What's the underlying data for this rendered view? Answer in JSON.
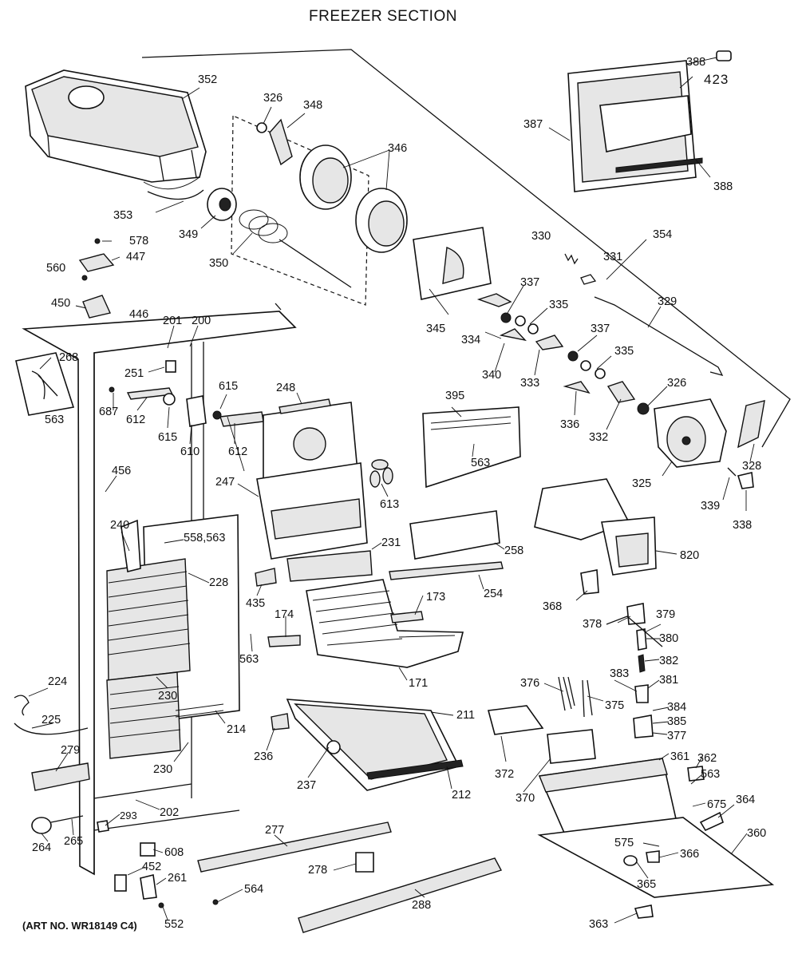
{
  "title": "FREEZER SECTION",
  "footer": "(ART NO. WR18149 C4)",
  "parts": {
    "p352": "352",
    "p326a": "326",
    "p348": "348",
    "p346": "346",
    "p388a": "388",
    "p423": "423",
    "p387": "387",
    "p388b": "388",
    "p353": "353",
    "p349": "349",
    "p578": "578",
    "p447": "447",
    "p560": "560",
    "p350": "350",
    "p330": "330",
    "p354": "354",
    "p331": "331",
    "p450": "450",
    "p446": "446",
    "p345": "345",
    "p337a": "337",
    "p329": "329",
    "p335a": "335",
    "p268": "268",
    "p201": "201",
    "p200": "200",
    "p334": "334",
    "p337b": "337",
    "p251": "251",
    "p340": "340",
    "p333": "333",
    "p335b": "335",
    "p326b": "326",
    "p615a": "615",
    "p248": "248",
    "p687": "687",
    "p612a": "612",
    "p395": "395",
    "p563a": "563",
    "p615b": "615",
    "p336": "336",
    "p332": "332",
    "p328": "328",
    "p610": "610",
    "p612b": "612",
    "p563b": "563",
    "p456": "456",
    "p247": "247",
    "p325": "325",
    "p613": "613",
    "p339": "339",
    "p338": "338",
    "p240": "240",
    "p558": "558,563",
    "p231": "231",
    "p258": "258",
    "p820": "820",
    "p228": "228",
    "p435": "435",
    "p254": "254",
    "p173": "173",
    "p368": "368",
    "p174": "174",
    "p378": "378",
    "p379": "379",
    "p380": "380",
    "p563c": "563",
    "p382": "382",
    "p171": "171",
    "p224": "224",
    "p381": "381",
    "p383": "383",
    "p230a": "230",
    "p376": "376",
    "p375": "375",
    "p384": "384",
    "p211": "211",
    "p385": "385",
    "p225": "225",
    "p214": "214",
    "p377": "377",
    "p279": "279",
    "p236": "236",
    "p361": "361",
    "p362": "362",
    "p230b": "230",
    "p372": "372",
    "p563d": "563",
    "p237": "237",
    "p212": "212",
    "p370": "370",
    "p675": "675",
    "p364": "364",
    "p202": "202",
    "p293": "293",
    "p277": "277",
    "p360": "360",
    "p575": "575",
    "p265": "265",
    "p608": "608",
    "p366": "366",
    "p264": "264",
    "p452": "452",
    "p278": "278",
    "p261": "261",
    "p365": "365",
    "p564": "564",
    "p288": "288",
    "p552": "552",
    "p363": "363"
  }
}
